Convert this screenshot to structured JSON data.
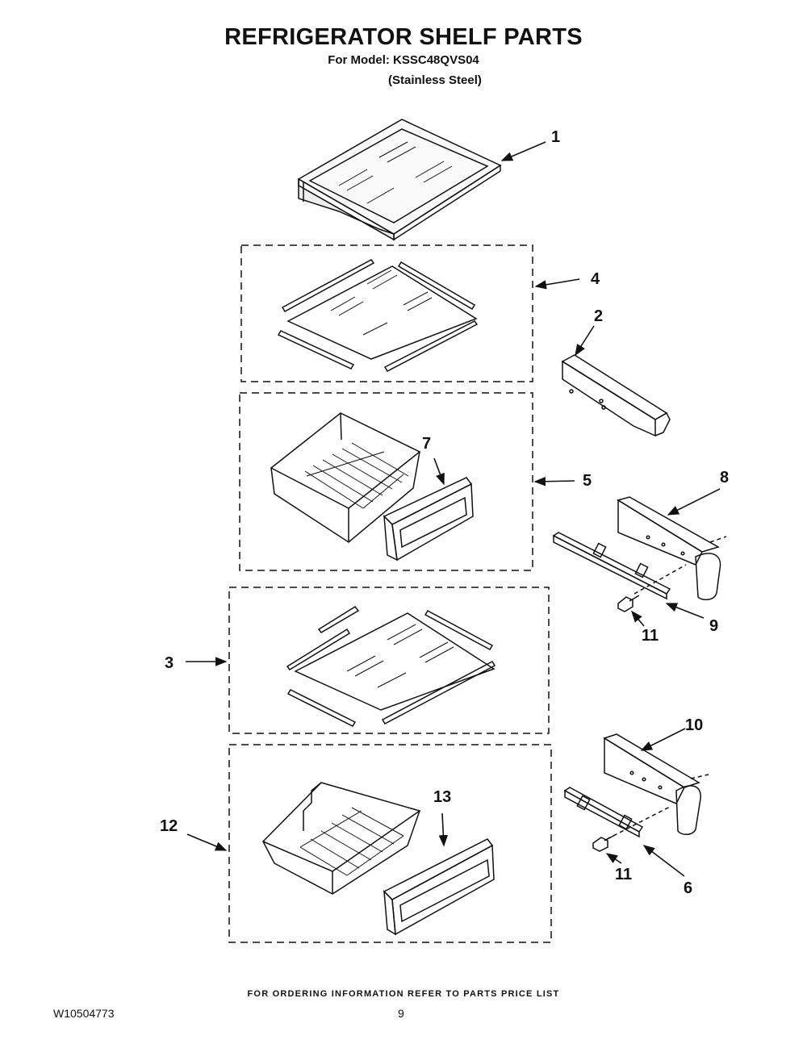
{
  "header": {
    "title": "REFRIGERATOR SHELF PARTS",
    "model_line": "For Model: KSSC48QVS04",
    "finish": "(Stainless Steel)"
  },
  "callouts": {
    "p1": "1",
    "p2": "2",
    "p3": "3",
    "p4": "4",
    "p5": "5",
    "p6": "6",
    "p7": "7",
    "p8": "8",
    "p9": "9",
    "p10": "10",
    "p11a": "11",
    "p11b": "11",
    "p12": "12",
    "p13": "13"
  },
  "footer": {
    "ordering_note": "FOR ORDERING INFORMATION REFER TO PARTS PRICE LIST",
    "doc_number": "W10504773",
    "page_number": "9"
  }
}
